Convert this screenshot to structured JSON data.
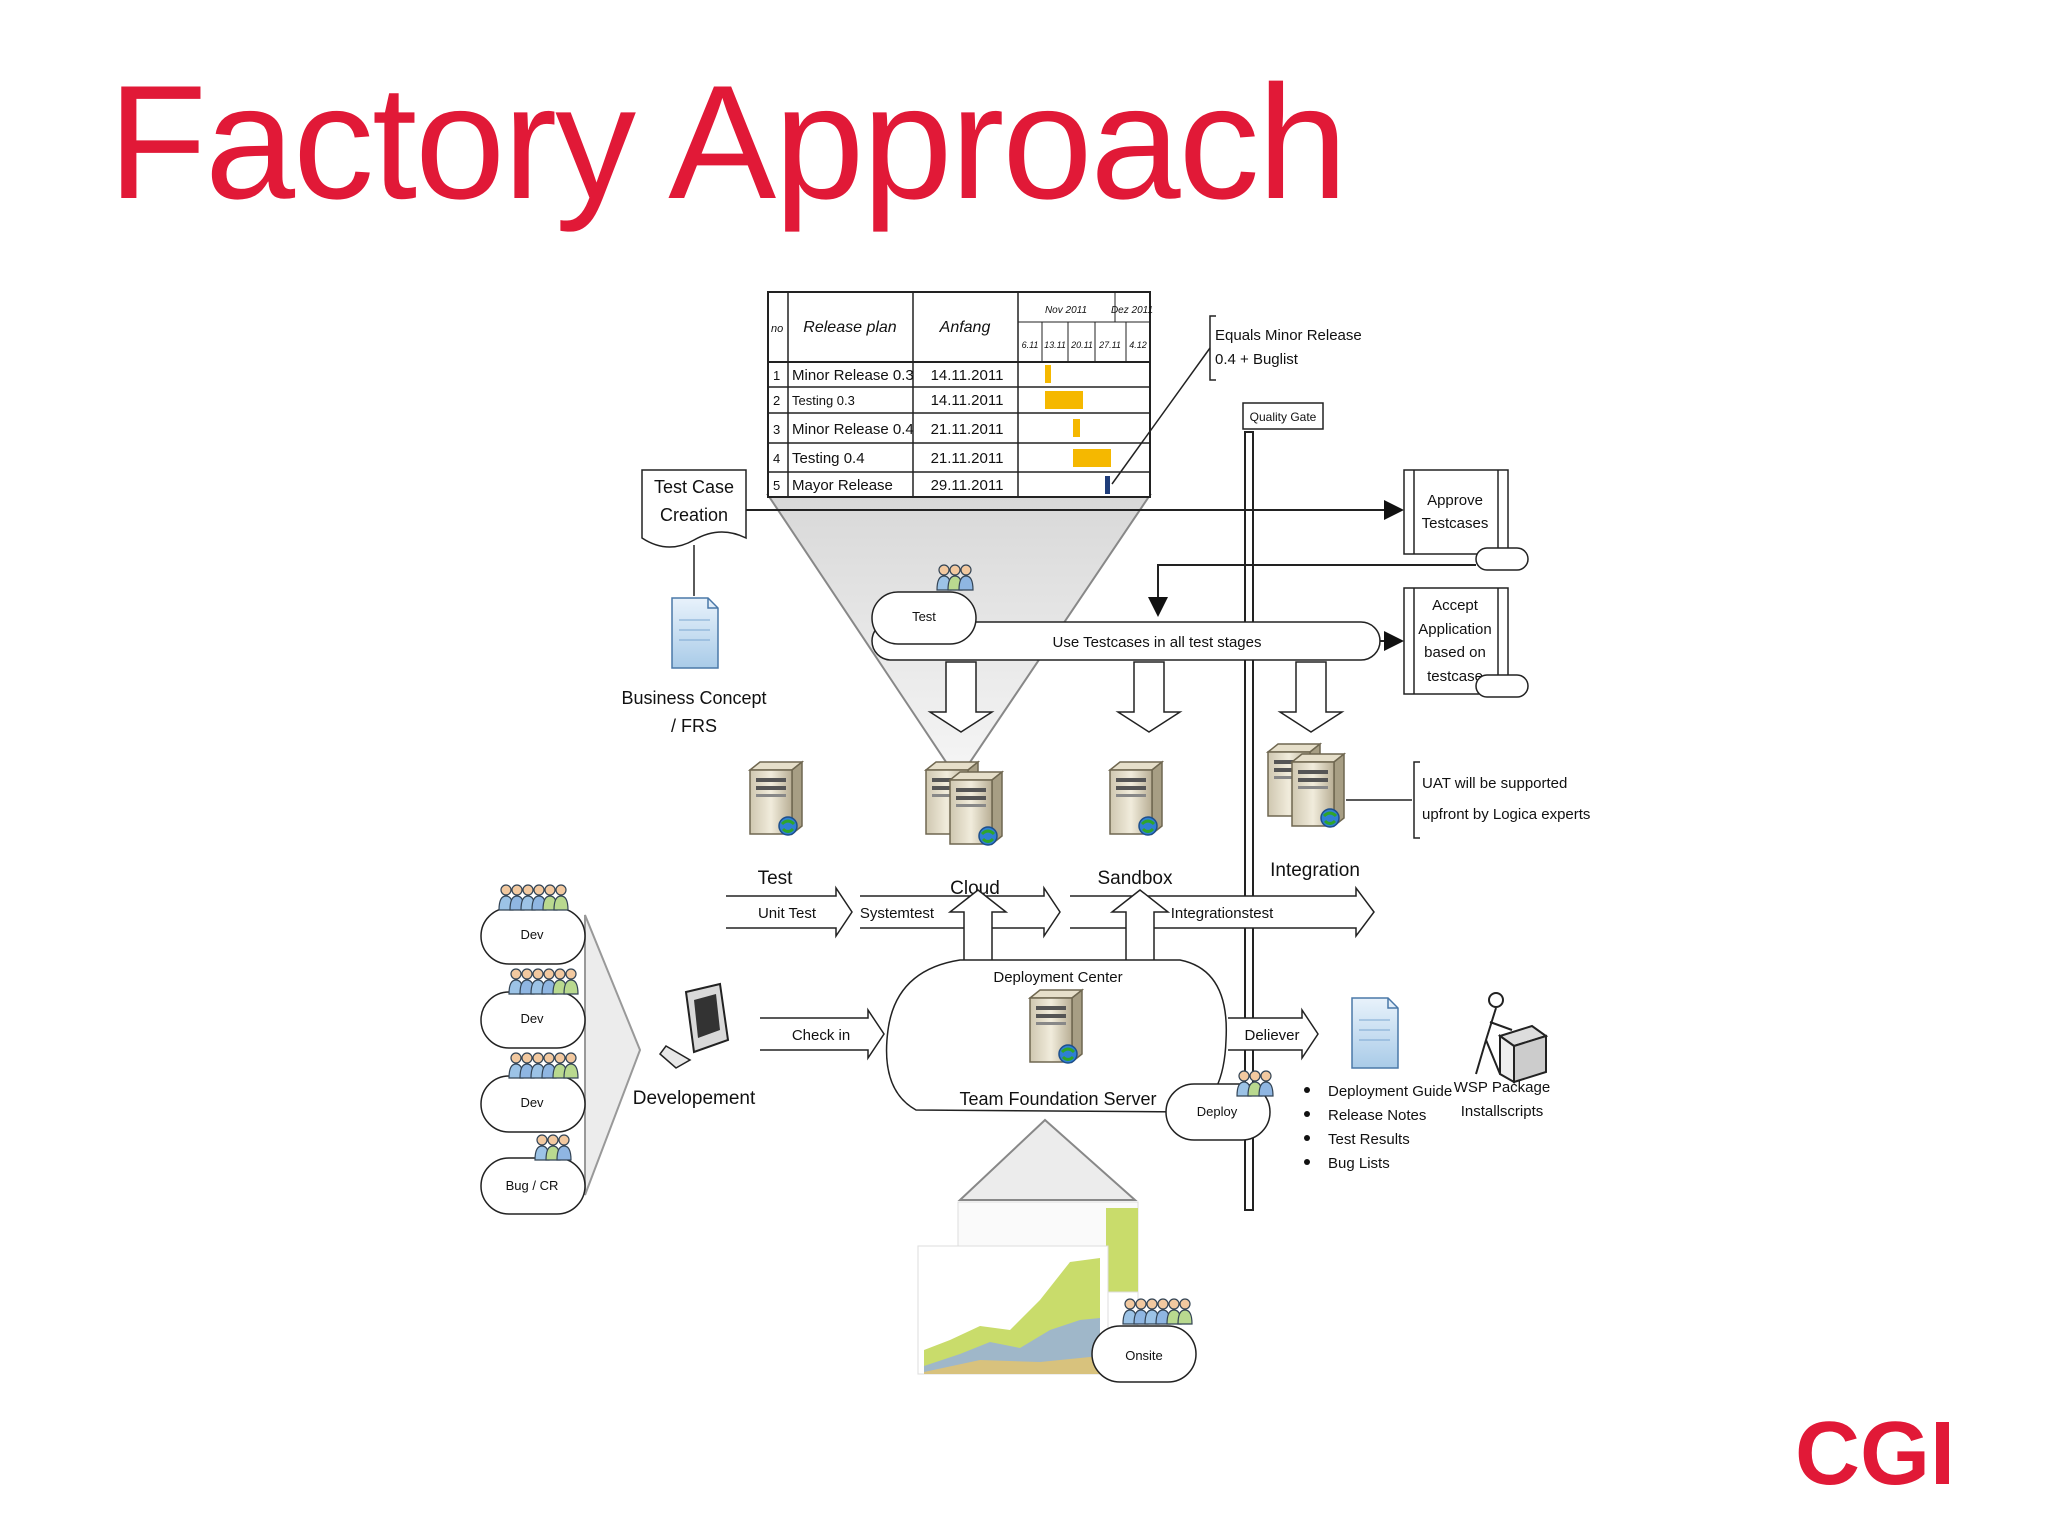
{
  "slide": {
    "title": "Factory Approach"
  },
  "brand": {
    "logo_text": "CGI",
    "accent_color": "#E11937"
  },
  "gantt": {
    "headers": {
      "no": "no",
      "release_plan": "Release plan",
      "anfang": "Anfang",
      "month_nov": "Nov 2011",
      "month_dec": "Dez 2011"
    },
    "weeks": [
      "6.11",
      "13.11",
      "20.11",
      "27.11",
      "4.12"
    ],
    "rows": [
      {
        "no": "1",
        "name": "Minor Release 0.3",
        "start": "14.11.2011",
        "bar_color": "#F5B800"
      },
      {
        "no": "2",
        "name": "Testing 0.3",
        "start": "14.11.2011",
        "bar_color": "#F5B800"
      },
      {
        "no": "3",
        "name": "Minor Release 0.4",
        "start": "21.11.2011",
        "bar_color": "#F5B800"
      },
      {
        "no": "4",
        "name": "Testing 0.4",
        "start": "21.11.2011",
        "bar_color": "#F5B800"
      },
      {
        "no": "5",
        "name": "Mayor Release",
        "start": "29.11.2011",
        "bar_color": "#1F3D7A"
      }
    ],
    "callout": [
      "Equals  Minor Release",
      "0.4 + Buglist"
    ]
  },
  "labels": {
    "quality_gate": "Quality Gate",
    "test_case_creation": [
      "Test Case",
      "Creation"
    ],
    "business_concept": [
      "Business Concept",
      "/ FRS"
    ],
    "approve_testcases": [
      "Approve",
      "Testcases"
    ],
    "accept_application": [
      "Accept",
      "Application",
      "based on",
      "testcase"
    ],
    "use_testcases": "Use Testcases in all test stages",
    "test_team": "Test",
    "uat_note": [
      "UAT will be supported",
      "upfront by Logica experts"
    ],
    "servers": {
      "test": "Test",
      "cloud": "Cloud",
      "sandbox": "Sandbox",
      "integration": "Integration"
    },
    "flow": {
      "unit_test": "Unit Test",
      "systemtest": "Systemtest",
      "integrationstest": "Integrationstest",
      "check_in": "Check in",
      "delivery": "Deliever"
    },
    "deployment_center": "Deployment Center",
    "tfs": "Team Foundation Server",
    "deploy": "Deploy",
    "teams": [
      "Dev",
      "Dev",
      "Dev",
      "Bug / CR"
    ],
    "development": "Developement",
    "deliverables": [
      "Deployment Guide",
      "Release Notes",
      "Test Results",
      "Bug Lists"
    ],
    "wsp": [
      "WSP Package",
      "Installscripts"
    ],
    "onsite": "Onsite"
  }
}
